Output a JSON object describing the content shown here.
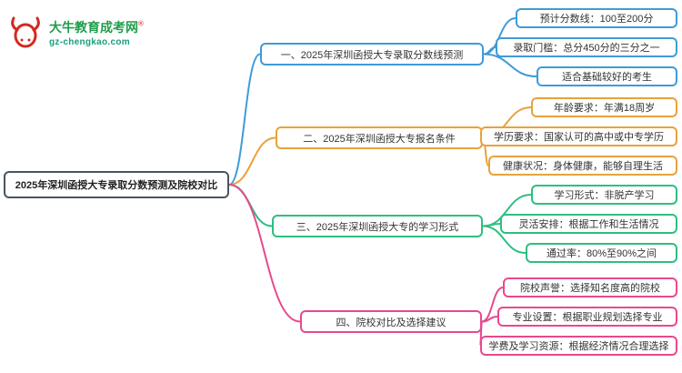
{
  "site": {
    "name": "大牛教育成考网",
    "trademark": "®",
    "url": "gz-chengkao.com",
    "logo_icon": "bull-icon",
    "brand_green": "#1f9e4c",
    "brand_red": "#d22a1f"
  },
  "mindmap": {
    "root": "2025年深圳函授大专录取分数预测及院校对比",
    "root_border_color": "#4a5560",
    "branches": [
      {
        "label": "一、2025年深圳函授大专录取分数线预测",
        "color": "#3f9bd8",
        "children": [
          "预计分数线：100至200分",
          "录取门槛：总分450分的三分之一",
          "适合基础较好的考生"
        ]
      },
      {
        "label": "二、2025年深圳函授大专报名条件",
        "color": "#e8a23c",
        "children": [
          "年龄要求：年满18周岁",
          "学历要求：国家认可的高中或中专学历",
          "健康状况：身体健康，能够自理生活"
        ]
      },
      {
        "label": "三、2025年深圳函授大专的学习形式",
        "color": "#2fbe80",
        "children": [
          "学习形式：非脱产学习",
          "灵活安排：根据工作和生活情况",
          "通过率：80%至90%之间"
        ]
      },
      {
        "label": "四、院校对比及选择建议",
        "color": "#e8498e",
        "children": [
          "院校声誉：选择知名度高的院校",
          "专业设置：根据职业规划选择专业",
          "学费及学习资源：根据经济情况合理选择"
        ]
      }
    ]
  }
}
